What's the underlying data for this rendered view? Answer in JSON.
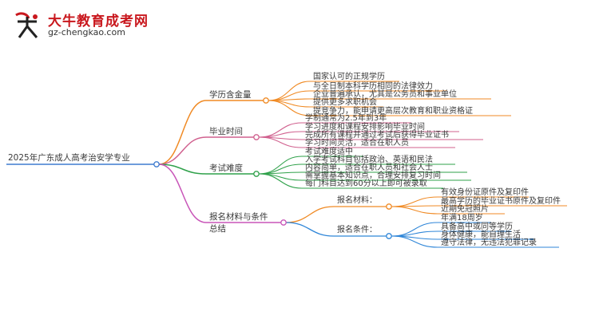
{
  "logo": {
    "title": "大牛教育成考网",
    "url": "gz-chengkao.com",
    "mark": "大牛"
  },
  "colors": {
    "root_line": "#3e7ccf",
    "branch1": "#f08a24",
    "branch2": "#d0608e",
    "branch3": "#2fa14a",
    "branch4": "#c855b8",
    "sub_materials": "#f08a24",
    "sub_conditions": "#2f86d8"
  },
  "mindmap": {
    "root": "2025年广东成人高考治安学专业",
    "branches": [
      {
        "label": "学历含金量",
        "leaves": [
          "国家认可的正规学历",
          "与全日制本科学历相同的法律效力",
          "企业普遍承认，尤其是公务员和事业单位",
          "提供更多求职机会",
          "提竞争力，能申请更高层次教育和职业资格证"
        ]
      },
      {
        "label": "毕业时间",
        "leaves": [
          "学制通常为2.5年到3年",
          "学习进度和课程安排影响毕业时间",
          "完成所有课程并通过考试后获得毕业证书",
          "学习时间灵活，适合在职人员"
        ]
      },
      {
        "label": "考试难度",
        "leaves": [
          "考试难度适中",
          "入学考试科目包括政治、英语和民法",
          "内容简单，适合在职人员和社会人士",
          "需掌握基本知识点，合理安排复习时间",
          "每门科目达到60分以上即可被录取"
        ]
      },
      {
        "label": "报名材料与条件总结",
        "label_line1": "报名材料与条件",
        "label_line2": "总结",
        "subs": [
          {
            "label": "报名材料：",
            "leaves": [
              "有效身份证原件及复印件",
              "最高学历的毕业证书原件及复印件",
              "近期免冠照片"
            ]
          },
          {
            "label": "报名条件：",
            "leaves": [
              "年满18周岁",
              "具备高中或同等学历",
              "身体健康，能自理生活",
              "遵守法律，无违法犯罪记录"
            ]
          }
        ]
      }
    ]
  }
}
